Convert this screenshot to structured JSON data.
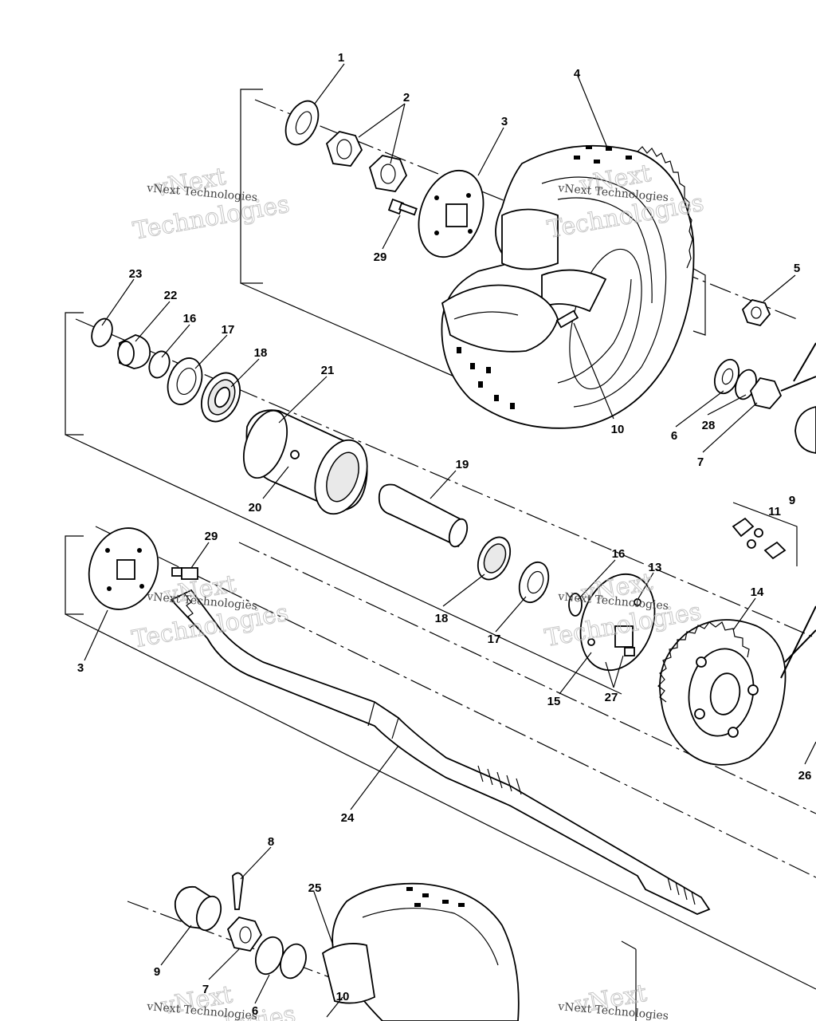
{
  "callouts": [
    {
      "id": "c1",
      "text": "1"
    },
    {
      "id": "c2",
      "text": "2"
    },
    {
      "id": "c3a",
      "text": "3"
    },
    {
      "id": "c4",
      "text": "4"
    },
    {
      "id": "c29a",
      "text": "29"
    },
    {
      "id": "c23",
      "text": "23"
    },
    {
      "id": "c22",
      "text": "22"
    },
    {
      "id": "c16a",
      "text": "16"
    },
    {
      "id": "c17a",
      "text": "17"
    },
    {
      "id": "c18a",
      "text": "18"
    },
    {
      "id": "c21",
      "text": "21"
    },
    {
      "id": "c5",
      "text": "5"
    },
    {
      "id": "c10a",
      "text": "10"
    },
    {
      "id": "c6a",
      "text": "6"
    },
    {
      "id": "c28",
      "text": "28"
    },
    {
      "id": "c7a",
      "text": "7"
    },
    {
      "id": "c9a",
      "text": "9"
    },
    {
      "id": "c20",
      "text": "20"
    },
    {
      "id": "c19",
      "text": "19"
    },
    {
      "id": "c11",
      "text": "11"
    },
    {
      "id": "c29b",
      "text": "29"
    },
    {
      "id": "c16b",
      "text": "16"
    },
    {
      "id": "c13",
      "text": "13"
    },
    {
      "id": "c14",
      "text": "14"
    },
    {
      "id": "c18b",
      "text": "18"
    },
    {
      "id": "c17b",
      "text": "17"
    },
    {
      "id": "c3b",
      "text": "3"
    },
    {
      "id": "c27",
      "text": "27"
    },
    {
      "id": "c15",
      "text": "15"
    },
    {
      "id": "c26",
      "text": "26"
    },
    {
      "id": "c24",
      "text": "24"
    },
    {
      "id": "c8",
      "text": "8"
    },
    {
      "id": "c25",
      "text": "25"
    },
    {
      "id": "c9b",
      "text": "9"
    },
    {
      "id": "c7b",
      "text": "7"
    },
    {
      "id": "c6b",
      "text": "6"
    },
    {
      "id": "c10b",
      "text": "10"
    }
  ],
  "watermark": {
    "line1": "vNext",
    "line2": "Technologies",
    "small": "vNext Technologies"
  }
}
